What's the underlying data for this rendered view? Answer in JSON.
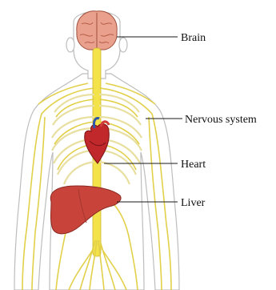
{
  "diagram": {
    "labels": {
      "brain": "Brain",
      "nervous_system": "Nervous system",
      "heart": "Heart",
      "liver": "Liver"
    },
    "colors": {
      "nerve": "#e2d04a",
      "spinal_cord": "#f3e24a",
      "skin": "#ffffff",
      "outline": "#b7b7b7",
      "brain": "#e9a08c",
      "heart": "#c0282b",
      "liver": "#c8443a",
      "rib": "#e8dfa0"
    }
  }
}
